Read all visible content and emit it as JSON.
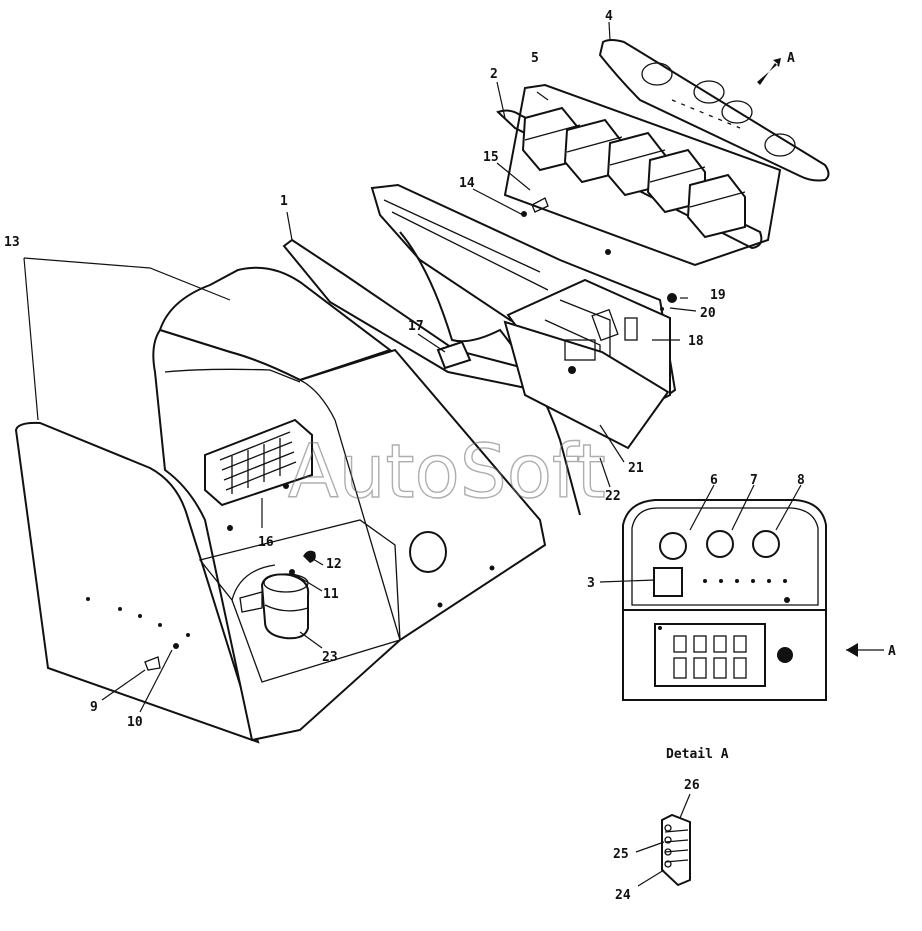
{
  "watermark": "AutoSoft",
  "detail_caption": "Detail A",
  "view_marker": "A",
  "callouts": [
    "1",
    "2",
    "3",
    "4",
    "5",
    "6",
    "7",
    "8",
    "9",
    "10",
    "11",
    "12",
    "13",
    "14",
    "15",
    "16",
    "17",
    "18",
    "19",
    "20",
    "21",
    "22",
    "23",
    "24",
    "25",
    "26"
  ]
}
